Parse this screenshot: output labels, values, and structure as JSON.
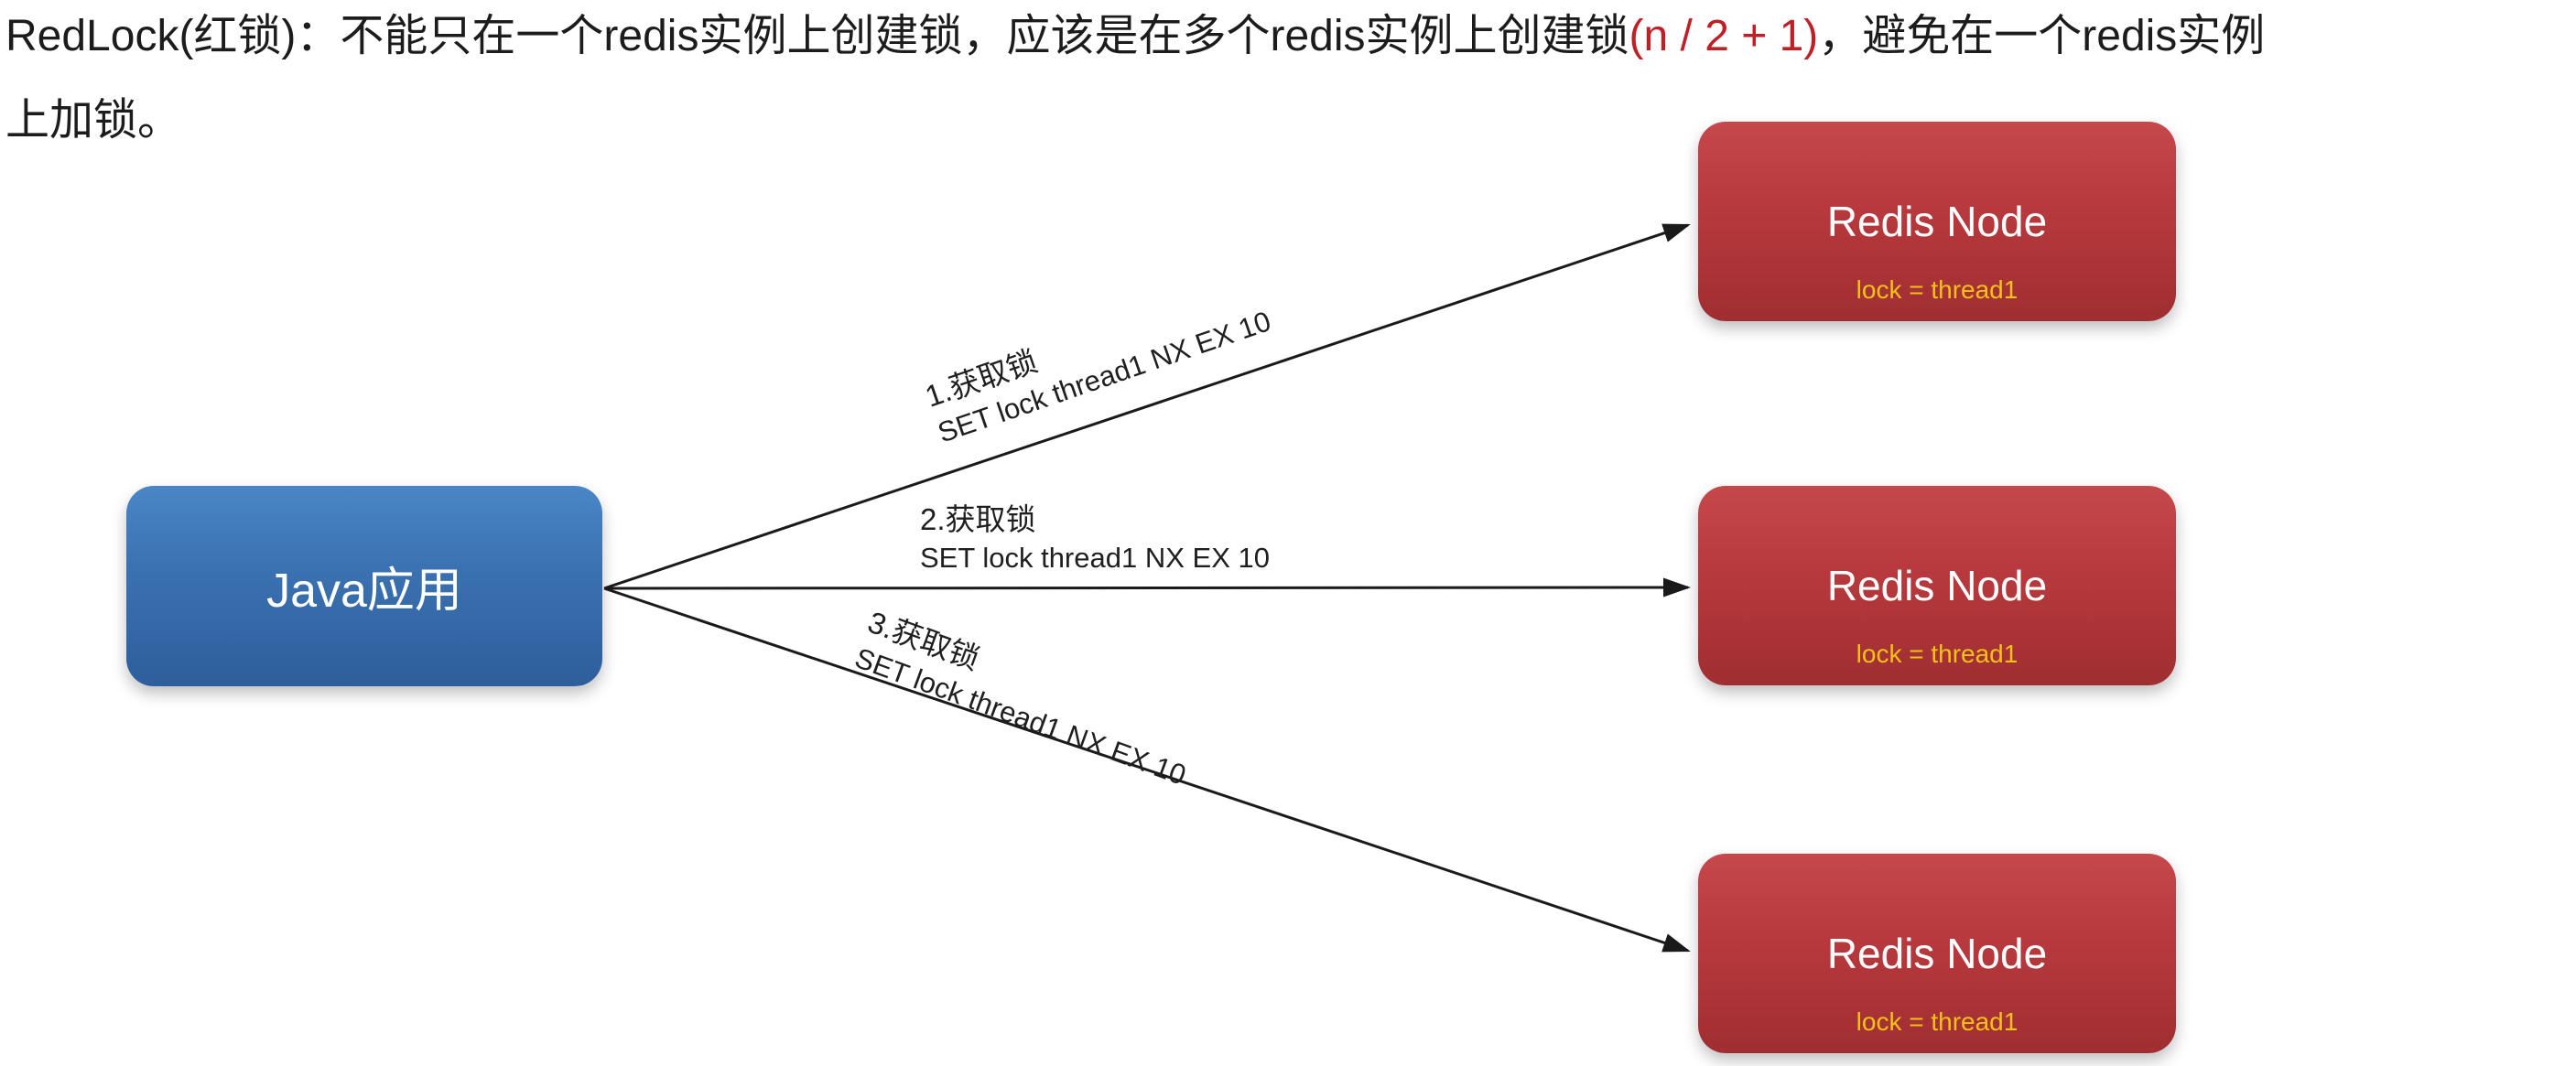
{
  "title": {
    "text_before_highlight": "RedLock(红锁)：不能只在一个redis实例上创建锁，应该是在多个redis实例上创建锁",
    "highlight": "(n / 2 + 1)",
    "text_after_highlight": "，避免在一个redis实例",
    "line2": "上加锁。",
    "highlight_color": "#bf2026",
    "text_color": "#1c1c1c"
  },
  "diagram": {
    "app_node": {
      "label": "Java应用",
      "color_top": "#4a86c6",
      "color_bottom": "#2e5e9c"
    },
    "redis_nodes": [
      {
        "title": "Redis Node",
        "lock_value": "lock = thread1"
      },
      {
        "title": "Redis Node",
        "lock_value": "lock = thread1"
      },
      {
        "title": "Redis Node",
        "lock_value": "lock = thread1"
      }
    ],
    "redis_color_top": "#c5484b",
    "redis_color_bottom": "#9f2e31",
    "lock_text_color": "#f3c119",
    "arrow_color": "#1a1a1a",
    "arrows": [
      {
        "step": "1.获取锁",
        "command": "SET lock thread1 NX EX 10"
      },
      {
        "step": "2.获取锁",
        "command": "SET lock thread1 NX EX 10"
      },
      {
        "step": "3.获取锁",
        "command": "SET lock thread1 NX EX 10"
      }
    ]
  }
}
